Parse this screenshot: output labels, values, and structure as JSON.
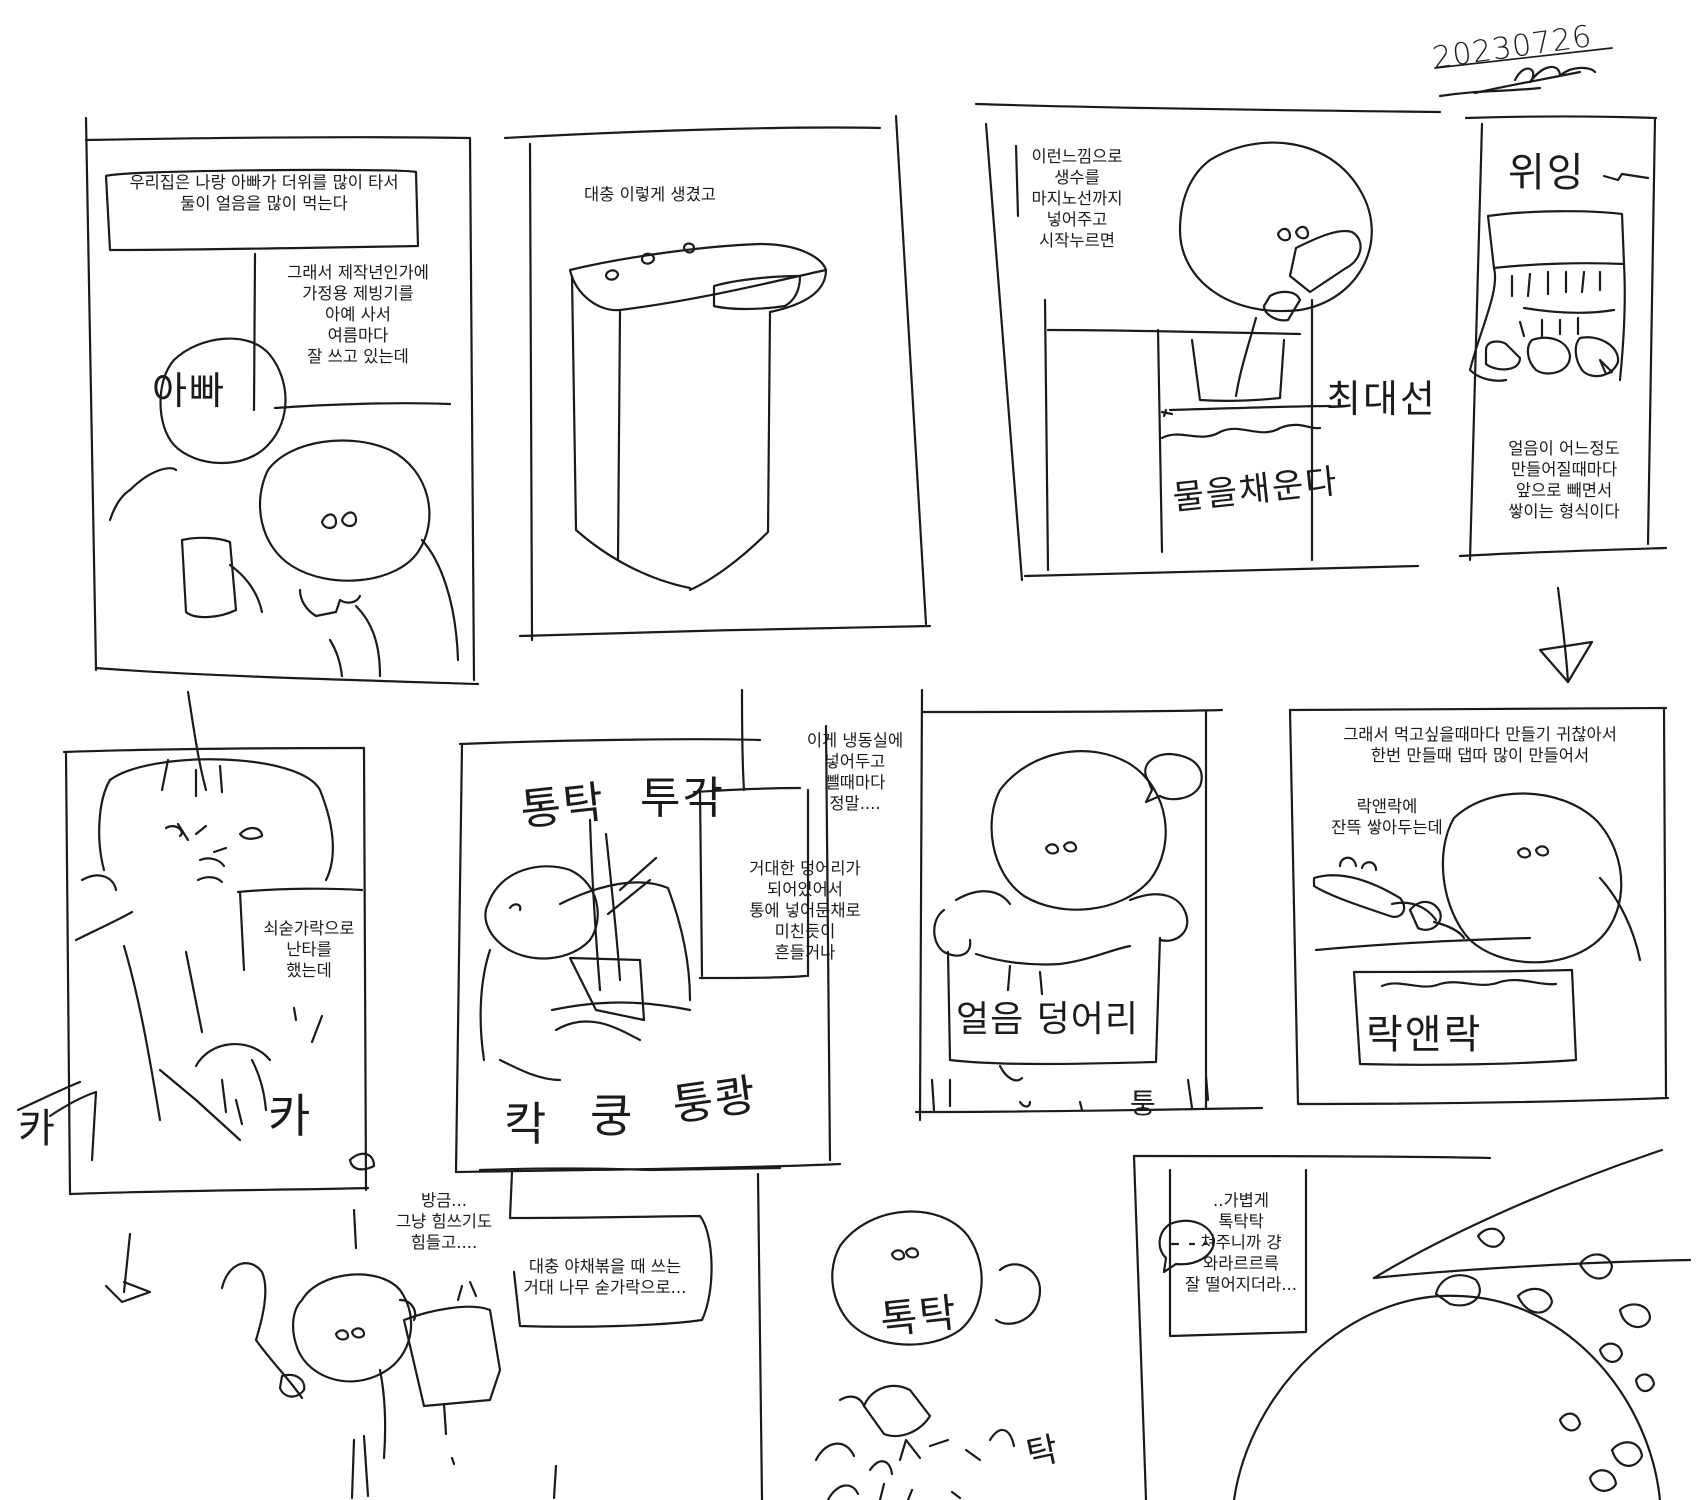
{
  "signature": {
    "date": "20230726"
  },
  "captions": {
    "p1_a": "우리집은 나랑 아빠가 더위를 많이 타서\n둘이 얼음을 많이 먹는다",
    "p1_b": "그래서 제작년인가에\n가정용 제빙기를\n아예  사서\n여름마다\n잘 쓰고 있는데",
    "p2": "대충 이렇게 생겼고",
    "p3": "이런느낌으로\n생수를\n마지노선까지\n넣어주고\n시작누르면",
    "p4": "얼음이 어느정도\n만들어질때마다\n앞으로 빼면서\n쌓이는 형식이다",
    "p5": "쇠숟가락으로\n난타를\n했는데",
    "p6_a": "이게 냉동실에\n넣어두고\n뺄때마다\n정말....",
    "p6_b": "거대한 덩어리가\n되어있어서\n통에 넣어둔채로\n미친듯이\n흔들거나",
    "p8_a": "그래서 먹고싶을때마다 만들기 귀찮아서\n한번 만들때 댑따 많이 만들어서",
    "p8_b": "락앤락에\n잔뜩 쌓아두는데",
    "p9_a": "방금...\n그냥 힘쓰기도\n힘들고....",
    "p9_b": "대충 야채볶을 때 쓰는\n거대 나무 숟가락으로...",
    "p11": "..가볍게\n톡탁탁\n쳐주니까 걍\n와라르르륵\n잘 떨어지더라..."
  },
  "handwritten": {
    "dad": "아빠",
    "max_line": "최대선",
    "fill_water": "물을채운다",
    "sfx_wiing": "위잉",
    "sfx_tong_tak": "통탁",
    "sfx_tuk_gak": "투각",
    "sfx_kak": "칵",
    "sfx_kung": "쿵",
    "sfx_tung_kwang": "퉁쾅",
    "ice_chunk": "얼음 덩어리",
    "sfx_tung": "퉁",
    "lock_and_lock": "락앤락",
    "sfx_tok_tak": "톡탁",
    "sfx_tak": "탁",
    "sfx_ka": "카",
    "sfx_ka2": "카"
  }
}
